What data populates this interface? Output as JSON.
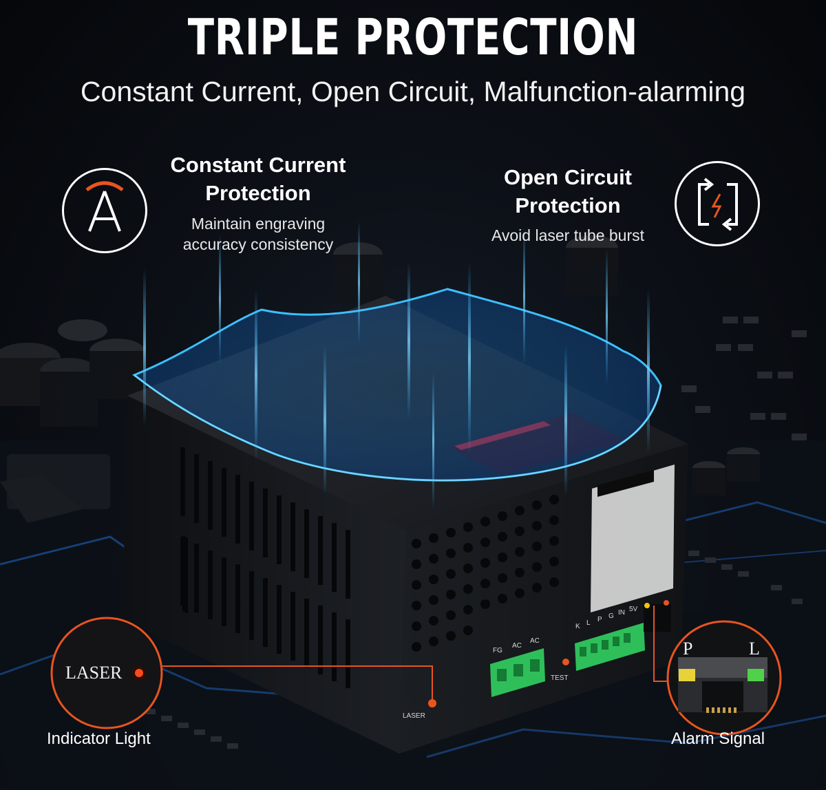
{
  "title": "TRIPLE PROTECTION",
  "subtitle": "Constant Current, Open Circuit, Malfunction-alarming",
  "features": [
    {
      "icon": "constant-current-icon",
      "title_line1": "Constant Current",
      "title_line2": "Protection",
      "desc_line1": "Maintain engraving",
      "desc_line2": "accuracy consistency"
    },
    {
      "icon": "open-circuit-icon",
      "title_line1": "Open Circuit",
      "title_line2": "Protection",
      "desc_line1": "Avoid laser tube burst",
      "desc_line2": ""
    }
  ],
  "callouts": {
    "indicator": {
      "badge": "LASER",
      "label": "Indicator Light"
    },
    "alarm": {
      "badge_p": "P",
      "badge_l": "L",
      "label": "Alarm Signal"
    }
  },
  "device_labels": {
    "ac_terminal": [
      "FG",
      "AC",
      "AC"
    ],
    "test": "TEST",
    "laser": "LASER",
    "signal_terminal": [
      "K",
      "L",
      "P",
      "G",
      "IN",
      "5V"
    ]
  },
  "colors": {
    "accent_orange": "#e8551f",
    "shield_blue": "#39b5ff",
    "terminal_green": "#2fbf5a"
  }
}
